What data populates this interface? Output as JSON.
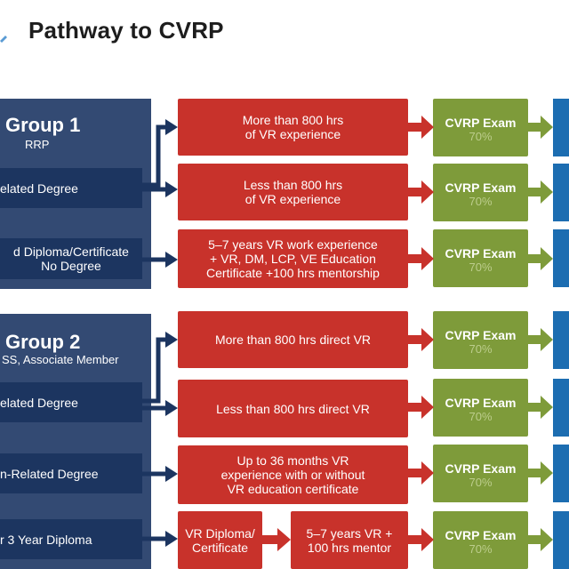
{
  "title": "Pathway to CVRP",
  "colors": {
    "group_panel": "#334a73",
    "degree_box": "#1c3560",
    "requirement_box": "#c8322b",
    "exam_box": "#7e9b3a",
    "exam_percent": "#bccd8c",
    "credential_box": "#1c6db1",
    "arrow_dark": "#1c3560",
    "arrow_red": "#c8322b",
    "arrow_green": "#7e9b3a"
  },
  "groups": [
    {
      "title": "Group 1",
      "subtitle": "RRP",
      "degrees": [
        "elated Degree",
        "d Diploma/Certificate\nNo Degree"
      ]
    },
    {
      "title": "Group 2",
      "subtitle": "SS, Associate Member",
      "degrees": [
        "elated Degree",
        "n-Related Degree",
        "r 3 Year Diploma"
      ]
    }
  ],
  "requirements": [
    "More than 800 hrs\nof VR experience",
    "Less than 800 hrs\nof VR experience",
    "5–7 years VR work experience\n+ VR, DM, LCP, VE Education\nCertificate +100 hrs mentorship",
    "More than 800 hrs direct VR",
    "Less than 800 hrs direct VR",
    "Up to 36 months VR\nexperience with or without\nVR education certificate",
    "VR Diploma/\nCertificate",
    "5–7 years VR +\n100 hrs mentor"
  ],
  "exam": {
    "label": "CVRP Exam",
    "percent": "70%"
  }
}
